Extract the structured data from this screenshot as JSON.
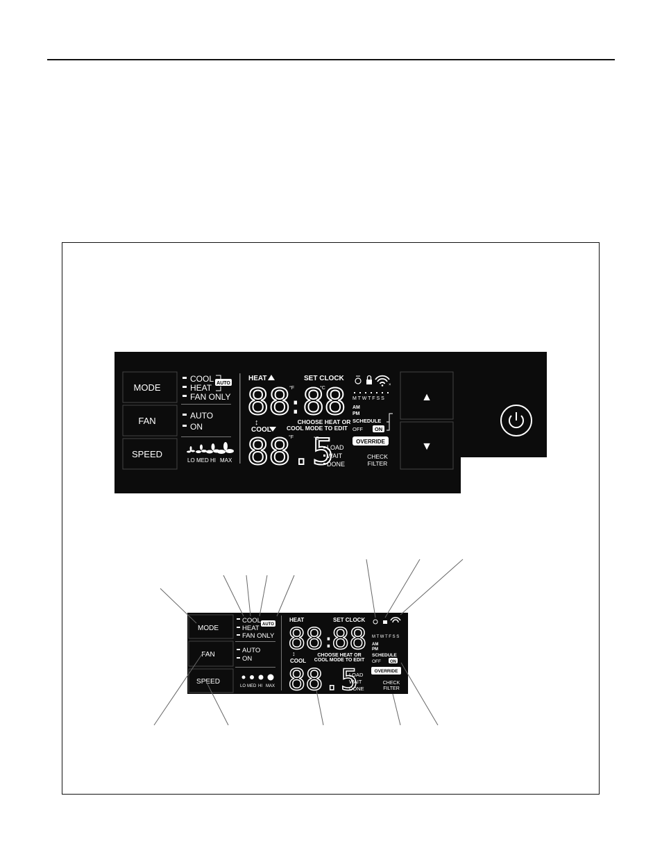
{
  "buttons": {
    "mode": "MODE",
    "fan": "FAN",
    "speed": "SPEED",
    "up_symbol": "▲",
    "down_symbol": "▼",
    "power_icon": "power-icon"
  },
  "mode_list": {
    "cool": "COOL",
    "heat": "HEAT",
    "fan_only": "FAN ONLY",
    "auto_badge": "AUTO"
  },
  "fan_list": {
    "auto": "AUTO",
    "on": "ON"
  },
  "speed_labels": {
    "lo": "LO",
    "med": "MED",
    "hi": "HI",
    "max": "MAX"
  },
  "display": {
    "heat_label": "HEAT",
    "cool_label": "COOL",
    "set_clock": "SET CLOCK",
    "heat_digits": "88",
    "clock_digits": "88",
    "colon": ":",
    "temp_digits": "88.5",
    "unit_f": "°F",
    "unit_c": "°C",
    "choose_line1": "CHOOSE HEAT OR",
    "choose_line2": "COOL MODE TO EDIT",
    "load": "LOAD",
    "wait": "WAIT",
    "done": "DONE"
  },
  "status": {
    "days": "M T W T F S S",
    "am": "AM",
    "pm": "PM",
    "schedule": "SCHEDULE",
    "off": "OFF",
    "on": "ON",
    "override": "OVERRIDE",
    "check": "CHECK",
    "filter": "FILTER"
  },
  "colors": {
    "panel": "#0c0c0c",
    "lcd_text": "#ffffff",
    "page_bg": "#ffffff"
  }
}
